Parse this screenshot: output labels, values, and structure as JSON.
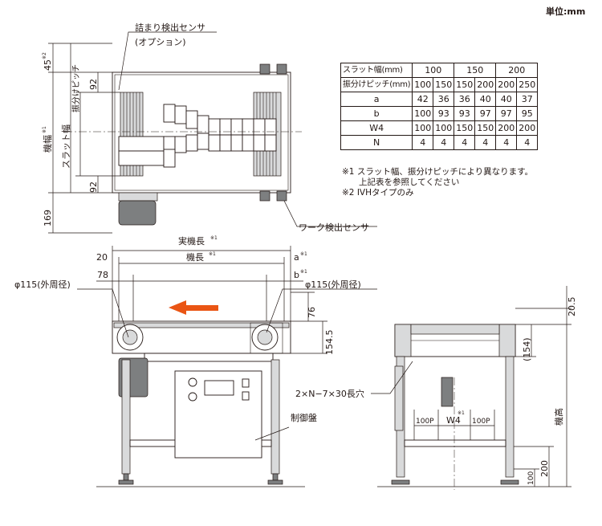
{
  "unit_label": "単位:mm",
  "table": {
    "rows": [
      [
        "スラット幅(mm)",
        "100",
        "150",
        "200"
      ],
      [
        "振分けピッチ(mm)",
        "100",
        "150",
        "150",
        "200",
        "200",
        "250"
      ],
      [
        "a",
        "42",
        "36",
        "36",
        "40",
        "40",
        "37"
      ],
      [
        "b",
        "100",
        "93",
        "93",
        "97",
        "97",
        "95"
      ],
      [
        "W4",
        "100",
        "100",
        "150",
        "150",
        "200",
        "200"
      ],
      [
        "N",
        "4",
        "4",
        "4",
        "4",
        "4",
        "4"
      ]
    ]
  },
  "notes": [
    "※1 スラット幅、振分けピッチにより異なります。",
    "上記表を参照してください",
    "※2 IVHタイプのみ"
  ],
  "labels": {
    "jam_sensor_1": "詰まり検出センサ",
    "jam_sensor_2": "(オプション)",
    "work_sensor": "ワーク検出センサ",
    "dim_45": "45",
    "dim_45_sup": "※2",
    "sort_pitch": "振分けピッチ",
    "machine_width": "機幅",
    "machine_width_sup": "※1",
    "slat_width": "スラット幅",
    "dim_92_top": "92",
    "dim_92_bottom": "92",
    "dim_169": "169",
    "actual_length": "実機長",
    "actual_length_sup": "※1",
    "machine_length": "機長",
    "machine_length_sup": "※1",
    "dim_20": "20",
    "dim_78": "78",
    "dim_a": "a",
    "dim_a_sup": "※1",
    "dim_b": "b",
    "dim_b_sup": "※1",
    "phi_left": "φ115(外周径)",
    "phi_right": "φ115(外周径)",
    "dim_76": "76",
    "dim_154_5": "154.5",
    "control_panel": "制御盤",
    "slot_holes": "2×N−7×30長穴",
    "dim_20_5": "20.5",
    "dim_154_paren": "(154)",
    "machine_height": "機高",
    "dim_100p_left": "100P",
    "dim_w4": "W4",
    "dim_w4_sup": "※1",
    "dim_100p_right": "100P",
    "dim_200": "200",
    "dim_100": "100"
  }
}
